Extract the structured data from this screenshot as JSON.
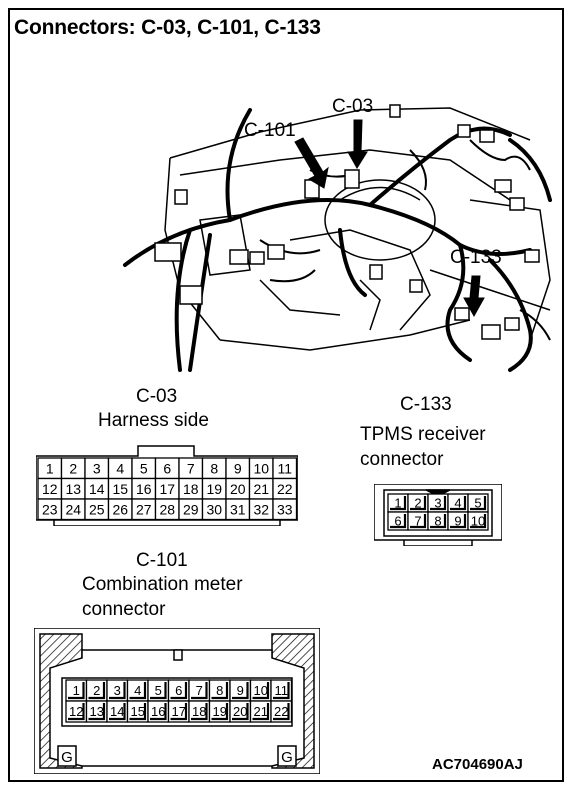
{
  "title": "Connectors: C-03, C-101, C-133",
  "callouts": {
    "c03": "C-03",
    "c101": "C-101",
    "c133": "C-133"
  },
  "c03": {
    "name": "C-03",
    "subtitle": "Harness side",
    "rows": [
      [
        "1",
        "2",
        "3",
        "4",
        "5",
        "6",
        "7",
        "8",
        "9",
        "10",
        "11"
      ],
      [
        "12",
        "13",
        "14",
        "15",
        "16",
        "17",
        "18",
        "19",
        "20",
        "21",
        "22"
      ],
      [
        "23",
        "24",
        "25",
        "26",
        "27",
        "28",
        "29",
        "30",
        "31",
        "32",
        "33"
      ]
    ]
  },
  "c133": {
    "name": "C-133",
    "line1": "TPMS receiver",
    "line2": "connector",
    "rows": [
      [
        "1",
        "2",
        "3",
        "4",
        "5"
      ],
      [
        "6",
        "7",
        "8",
        "9",
        "10"
      ]
    ]
  },
  "c101": {
    "name": "C-101",
    "line1": "Combination meter",
    "line2": "connector",
    "rows": [
      [
        "1",
        "2",
        "3",
        "4",
        "5",
        "6",
        "7",
        "8",
        "9",
        "10",
        "11"
      ],
      [
        "12",
        "13",
        "14",
        "15",
        "16",
        "17",
        "18",
        "19",
        "20",
        "21",
        "22"
      ]
    ],
    "ground_label": "G"
  },
  "figure_code": "AC704690AJ"
}
